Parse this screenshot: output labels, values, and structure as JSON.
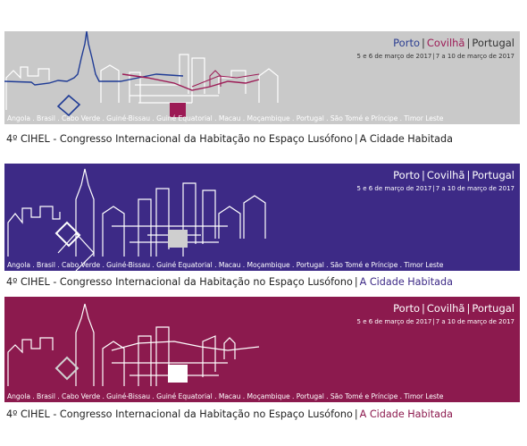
{
  "banners": [
    {
      "cities": [
        "Porto",
        "Covilhã",
        "Portugal"
      ],
      "dates": [
        "5 e 6 de março de 2017",
        "7 a 10 de março de 2017"
      ],
      "countries": "Angola . Brasil . Cabo Verde . Guiné-Bissau . Guiné Equatorial . Macau . Moçambique . Portugal . São Tomé e Príncipe . Timor Leste",
      "background": "#c9c9c9",
      "line_color": "#ffffff",
      "city_colors": [
        "#2a3d91",
        "#9c1a55",
        "#333333"
      ],
      "date_color": "#333333",
      "country_color": "#ffffff",
      "accent_colors": [
        "#1f3b95",
        "#9c1a55"
      ]
    },
    {
      "cities": [
        "Porto",
        "Covilhã",
        "Portugal"
      ],
      "dates": [
        "5 e 6 de março de 2017",
        "7 a 10 de março de 2017"
      ],
      "countries": "Angola . Brasil . Cabo Verde . Guiné-Bissau . Guiné Equatorial . Macau . Moçambique . Portugal . São Tomé e Príncipe . Timor Leste",
      "background": "#3d2a86",
      "line_color": "#ffffff",
      "city_colors": [
        "#ffffff",
        "#ffffff",
        "#ffffff"
      ],
      "date_color": "#ffffff",
      "country_color": "#ffffff",
      "accent_colors": [
        "#d0d0d0",
        "#d0d0d0"
      ]
    },
    {
      "cities": [
        "Porto",
        "Covilhã",
        "Portugal"
      ],
      "dates": [
        "5 e 6 de março de 2017",
        "7 a 10 de março de 2017"
      ],
      "countries": "Angola . Brasil . Cabo Verde . Guiné-Bissau . Guiné Equatorial . Macau . Moçambique . Portugal . São Tomé e Príncipe . Timor Leste",
      "background": "#8c1a4e",
      "line_color": "#ffffff",
      "city_colors": [
        "#ffffff",
        "#ffffff",
        "#ffffff"
      ],
      "date_color": "#ffffff",
      "country_color": "#ffffff",
      "accent_colors": [
        "#d0d0d0",
        "#ffffff"
      ]
    }
  ],
  "footer": {
    "title": "4º CIHEL - Congresso Internacional da Habitação no Espaço Lusófono",
    "subtitle": "A Cidade Habitada",
    "title_color": "#222222",
    "subtitle_colors": [
      "#222222",
      "#3d2a86",
      "#8c1a4e"
    ]
  }
}
